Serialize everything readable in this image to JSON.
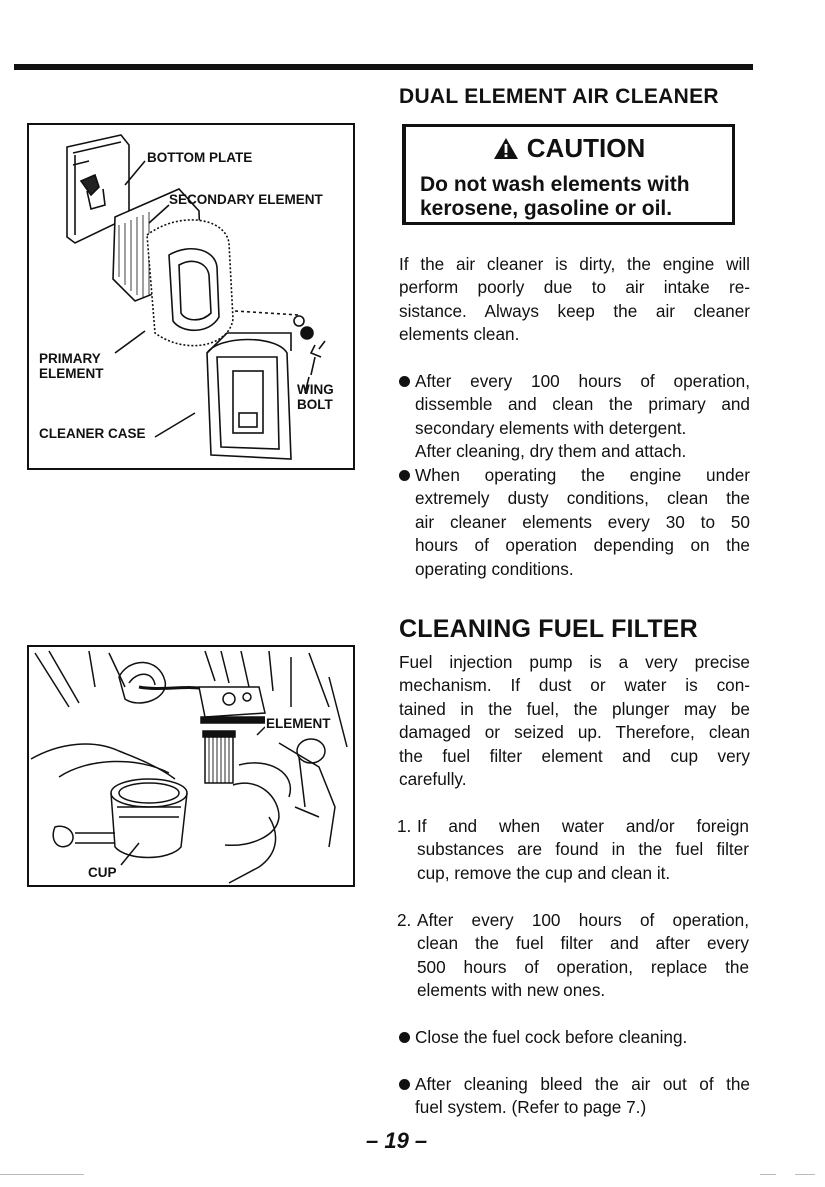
{
  "sections": {
    "air_cleaner_title": "DUAL ELEMENT AIR CLEANER",
    "fuel_filter_title": "CLEANING FUEL FILTER"
  },
  "caution": {
    "heading": "CAUTION",
    "line1": "Do not wash elements with",
    "line2": "kerosene, gasoline or oil."
  },
  "air_intro": [
    "If the air cleaner is dirty, the engine will",
    "perform poorly due to air intake re-",
    "sistance. Always keep the air cleaner",
    "elements clean."
  ],
  "air_bullets": [
    [
      "After every 100 hours of operation,",
      "dissemble and clean the primary and",
      "secondary elements with detergent.",
      "After cleaning, dry them and attach."
    ],
    [
      "When operating the engine under",
      "extremely dusty conditions, clean the",
      "air cleaner elements every 30 to 50",
      "hours of operation depending on the",
      "operating conditions."
    ]
  ],
  "fuel_intro": [
    "Fuel injection pump is a very precise",
    "mechanism. If dust or water is con-",
    "tained in the fuel, the plunger may be",
    "damaged or seized up. Therefore, clean",
    "the fuel filter element and cup very",
    "carefully."
  ],
  "fuel_steps": [
    {
      "n": "1.",
      "lines": [
        "If and when water and/or foreign",
        "substances are found in the fuel filter",
        "cup, remove the cup and clean it."
      ]
    },
    {
      "n": "2.",
      "lines": [
        "After every 100 hours of operation,",
        "clean the fuel filter and after every",
        "500 hours of operation, replace the",
        "elements with new ones."
      ]
    }
  ],
  "fuel_bullets": [
    [
      "Close the fuel cock before cleaning."
    ],
    [
      "After cleaning bleed the air out of the",
      "fuel system. (Refer to page 7.)"
    ]
  ],
  "figure1_labels": {
    "bottom_plate": "BOTTOM PLATE",
    "secondary_element": "SECONDARY ELEMENT",
    "primary_element_1": "PRIMARY",
    "primary_element_2": "ELEMENT",
    "wing_bolt_1": "WING",
    "wing_bolt_2": "BOLT",
    "cleaner_case": "CLEANER CASE"
  },
  "figure2_labels": {
    "element": "ELEMENT",
    "cup": "CUP"
  },
  "page_number": "– 19 –"
}
